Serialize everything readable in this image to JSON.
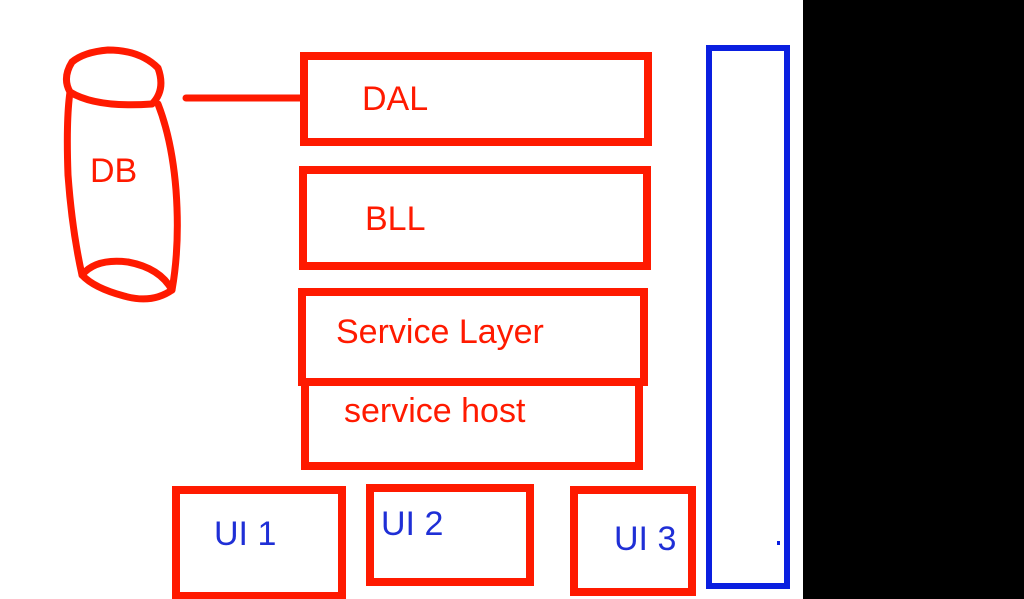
{
  "colors": {
    "layer_stroke": "#ff1a00",
    "text_red": "#ff1a00",
    "text_blue": "#1f2fd6",
    "side_bar": "#0a1fe0",
    "canvas_bg": "#ffffff",
    "right_margin": "#000000"
  },
  "diagram": {
    "db": {
      "label": "DB"
    },
    "layers": {
      "dal": "DAL",
      "bll": "BLL",
      "service_layer": "Service Layer",
      "service_host": "service host"
    },
    "ui": [
      "UI 1",
      "UI 2",
      "UI 3"
    ]
  }
}
